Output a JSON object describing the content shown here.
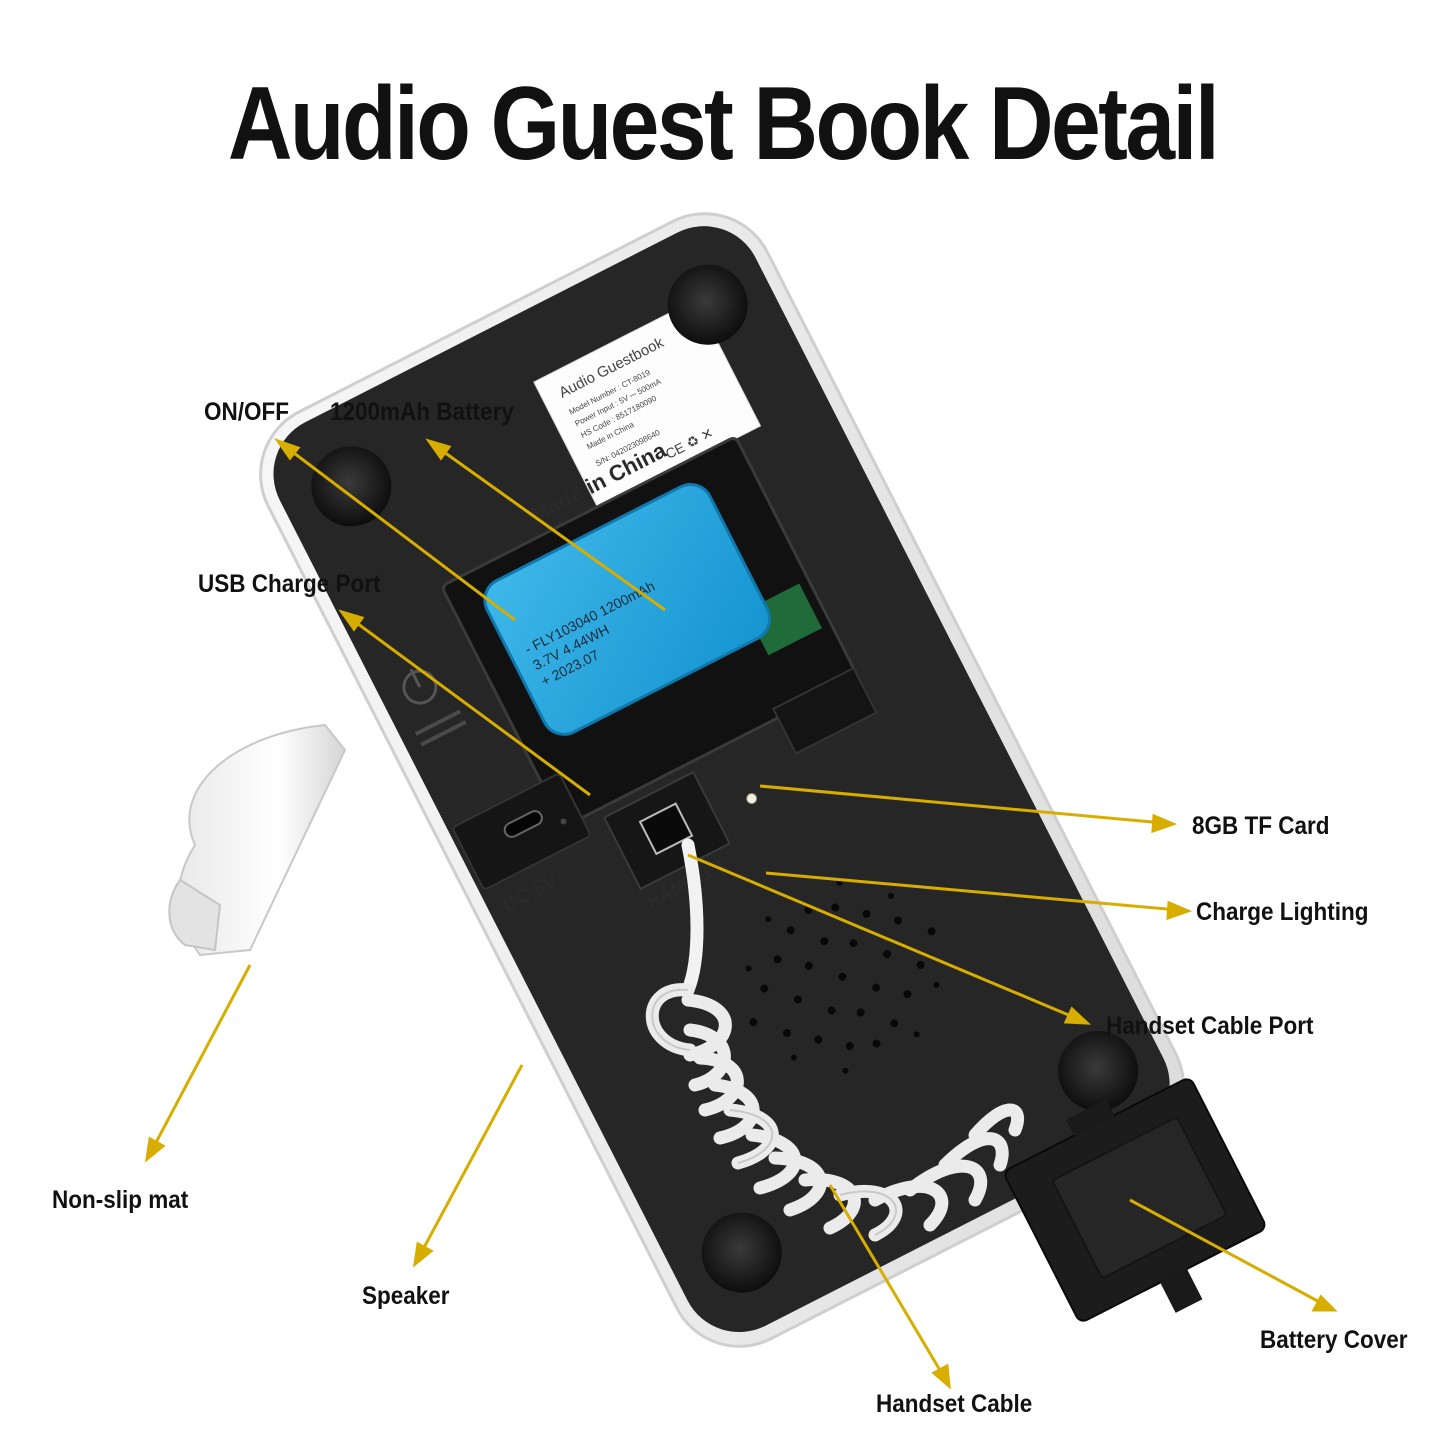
{
  "title": "Audio Guest Book Detail",
  "accent_color": "#d7ad00",
  "callouts": {
    "on_off": "ON/OFF",
    "battery": "1200mAh Battery",
    "usb_port": "USB Charge Port",
    "tf_card": "8GB TF Card",
    "charge_lighting": "Charge Lighting",
    "handset_cable_port": "Handset Cable Port",
    "non_slip_mat": "Non-slip mat",
    "speaker": "Speaker",
    "handset_cable": "Handset Cable",
    "battery_cover": "Battery Cover"
  },
  "sticker": {
    "product_name": "Audio Guestbook",
    "line_model": "Model Number : CT-8019",
    "line_power": "Power Input : 5V ⎓ 500mA",
    "line_hs": "HS Code : 8517180090",
    "line_made": "Made in China",
    "line_sn": "S/N: 042023098640",
    "certifications": "CE ♻ ✕"
  },
  "battery_label": {
    "line1": "- FLY103040 1200mAh",
    "line2": "3.7V  4.44WH",
    "line3": "+ 2023.07"
  },
  "device_labels": {
    "made_in": "Made in China",
    "dc": "DC 5V",
    "handset": "HANDSET"
  }
}
